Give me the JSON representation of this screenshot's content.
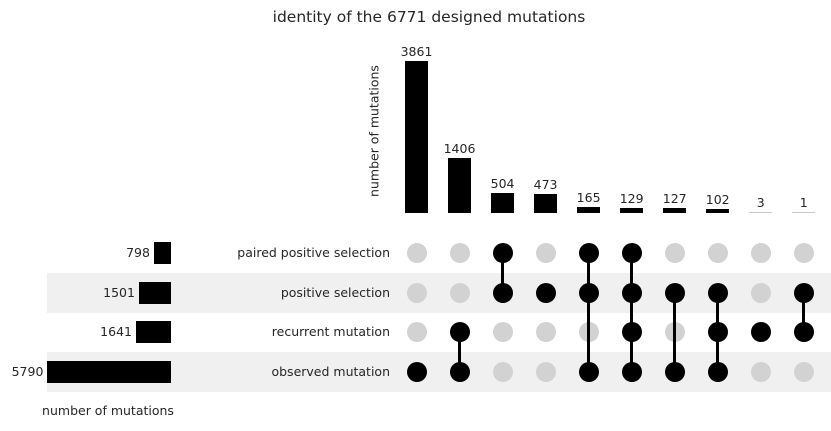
{
  "colors": {
    "bar": "#000000",
    "dot_active": "#000000",
    "dot_inactive": "#d2d2d2",
    "stripe": "#f0f0f0",
    "tiny_bar": "#c9c9c9"
  },
  "chart_data": {
    "type": "upset",
    "title": "identity of the 6771 designed mutations",
    "intersection_axis_label": "number of mutations",
    "set_axis_label": "number of mutations",
    "sets": [
      {
        "name": "paired positive selection",
        "size": 798
      },
      {
        "name": "positive selection",
        "size": 1501
      },
      {
        "name": "recurrent mutation",
        "size": 1641
      },
      {
        "name": "observed mutation",
        "size": 5790
      }
    ],
    "striped_rows": [
      "positive selection",
      "observed mutation"
    ],
    "intersections": [
      {
        "value": 3861,
        "members": [
          "observed mutation"
        ]
      },
      {
        "value": 1406,
        "members": [
          "recurrent mutation",
          "observed mutation"
        ]
      },
      {
        "value": 504,
        "members": [
          "paired positive selection",
          "positive selection"
        ]
      },
      {
        "value": 473,
        "members": [
          "positive selection"
        ]
      },
      {
        "value": 165,
        "members": [
          "paired positive selection",
          "positive selection",
          "observed mutation"
        ]
      },
      {
        "value": 129,
        "members": [
          "paired positive selection",
          "positive selection",
          "recurrent mutation",
          "observed mutation"
        ]
      },
      {
        "value": 127,
        "members": [
          "positive selection",
          "observed mutation"
        ]
      },
      {
        "value": 102,
        "members": [
          "positive selection",
          "recurrent mutation",
          "observed mutation"
        ]
      },
      {
        "value": 3,
        "members": [
          "recurrent mutation"
        ]
      },
      {
        "value": 1,
        "members": [
          "positive selection",
          "recurrent mutation"
        ]
      }
    ]
  }
}
